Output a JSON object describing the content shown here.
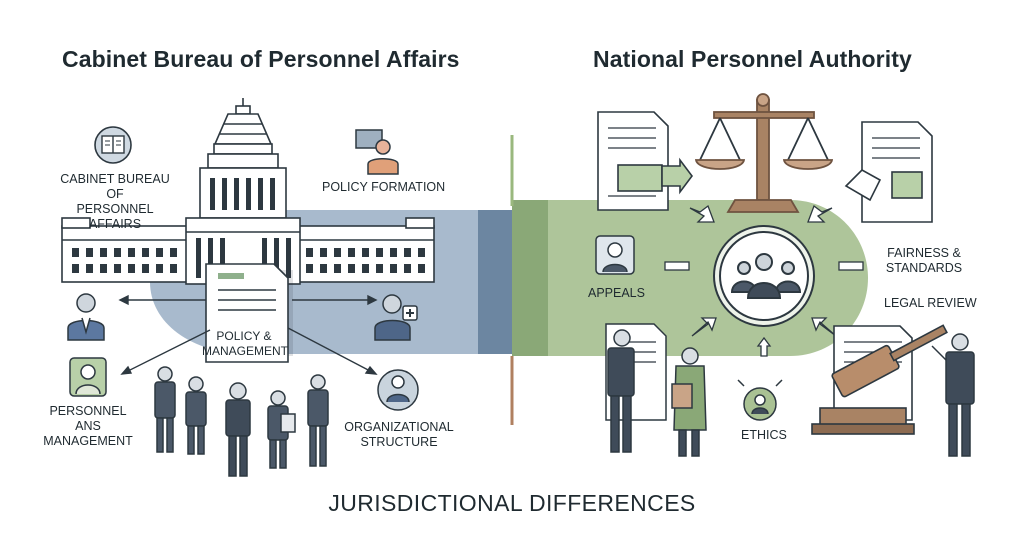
{
  "titles": {
    "left": "Cabinet Bureau of Personnel Affairs",
    "right": "National Personnel Authority"
  },
  "left_labels": {
    "cabinet_bureau": "CABINET BUREAU OF\nPERSONNEL AFFAIRS",
    "policy_formation": "POLICY FORMATION",
    "policy_management": "POLICY &\nMANAGEMENT",
    "personnel_management": "PERSONNEL\nANS\nMANAGEMENT",
    "organizational_structure": "ORGANIZATIONAL\nSTRUCTURE"
  },
  "right_labels": {
    "appeals": "APPEALS",
    "fairness_standards": "FAIRNESS &\nSTANDARDS",
    "legal_review": "LEGAL REVIEW",
    "ethics": "ETHICS"
  },
  "footer": {
    "caption": "JURISDICTIONAL DIFFERENCES"
  },
  "colors": {
    "left_band": "#9bb0c6",
    "left_band_dark": "#6c86a1",
    "right_band": "#a9c193",
    "right_band_dark": "#8aa877",
    "divider_green": "#9ab87e",
    "divider_brown": "#b08060",
    "scale_brown": "#a98364",
    "outline": "#2d3840"
  },
  "icons": [
    "book-icon",
    "presenter-icon",
    "parliament-building-icon",
    "policy-document-icon",
    "person-icon",
    "medical-staff-icon",
    "personnel-icon",
    "group-icon",
    "scales-of-justice-icon",
    "document-icon",
    "handshake-document-icon",
    "gavel-icon",
    "ethics-icon",
    "people-group-icon",
    "arrow-icon"
  ]
}
